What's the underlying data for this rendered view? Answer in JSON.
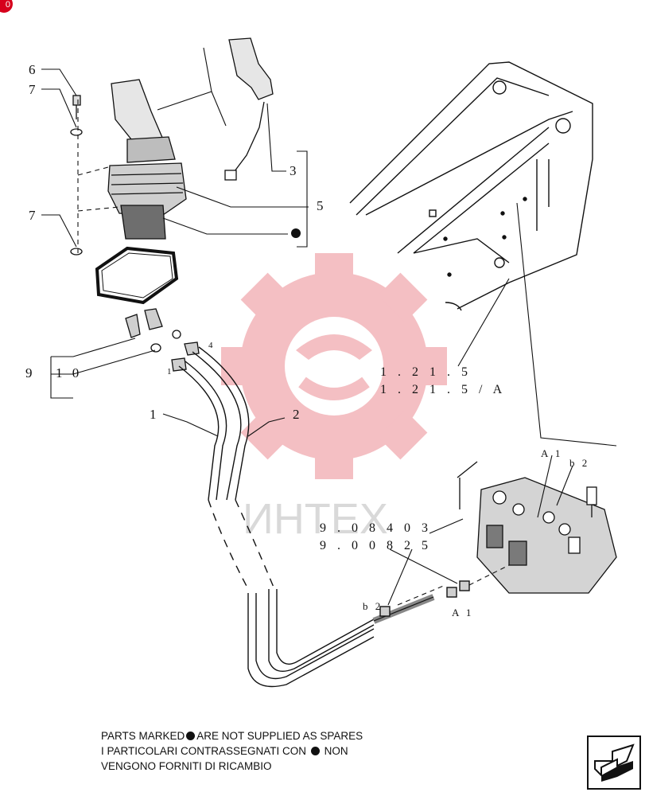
{
  "corner_badge": "0",
  "callouts": {
    "c6": "6",
    "c7a": "7",
    "c7b": "7",
    "c3": "3",
    "c5": "5",
    "c9": "9",
    "c10": "1 0",
    "c1": "1",
    "c2": "2",
    "c4_small": "4",
    "c1_small": "1"
  },
  "references": {
    "ref_a": "1 . 2 1 . 5",
    "ref_b": "1 . 2 1 . 5 / A",
    "ref_c": "9 . 0 8 4 0 3",
    "ref_d": "9 . 0 0 8 2 5"
  },
  "port_labels": {
    "a1_top": "A 1",
    "b2_top": "b 2",
    "b2_bottom": "b 2",
    "a1_bottom": "A 1"
  },
  "watermark": "ИНТЕХ",
  "footer_note": {
    "line1_pre": "PARTS MARKED",
    "line1_post": "ARE NOT SUPPLIED AS SPARES",
    "line2_pre": "I  PARTICOLARI  CONTRASSEGNATI  CON",
    "line2_post": "NON",
    "line3": "VENGONO FORNITI DI RICAMBIO"
  },
  "icons": {
    "nav": "next-page-arrow-icon",
    "bullet": "filled-circle-icon"
  },
  "colors": {
    "line": "#111111",
    "watermark": "#f3b9bd",
    "watermark_text": "#d9d9d9",
    "badge": "#d6001c"
  }
}
